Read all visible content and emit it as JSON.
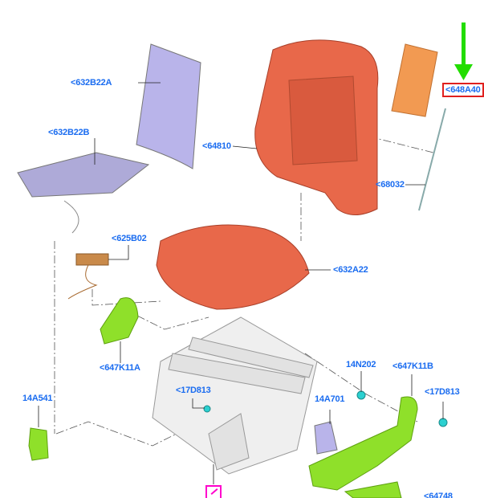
{
  "diagram": {
    "callouts": [
      {
        "id": "632B22A",
        "label": "<632B22A"
      },
      {
        "id": "632B22B",
        "label": "<632B22B"
      },
      {
        "id": "64810",
        "label": "<64810"
      },
      {
        "id": "648A40",
        "label": "<648A40",
        "highlighted": true
      },
      {
        "id": "68032",
        "label": "<68032"
      },
      {
        "id": "625B02",
        "label": "<625B02"
      },
      {
        "id": "632A22",
        "label": "<632A22"
      },
      {
        "id": "647K11A",
        "label": "<647K11A"
      },
      {
        "id": "14N202",
        "label": "14N202"
      },
      {
        "id": "647K11B",
        "label": "<647K11B"
      },
      {
        "id": "17D813-left",
        "label": "<17D813"
      },
      {
        "id": "14A541",
        "label": "14A541"
      },
      {
        "id": "14A701",
        "label": "14A701"
      },
      {
        "id": "17D813-right",
        "label": "<17D813"
      },
      {
        "id": "64748",
        "label": "<64748"
      }
    ],
    "colors": {
      "label": "#1a6cf0",
      "highlight_box": "#e0201e",
      "pointer_arrow": "#22dd00",
      "foam": "#e8684a",
      "trim": "#ff00cc",
      "plastic": "#8fe02a"
    }
  }
}
